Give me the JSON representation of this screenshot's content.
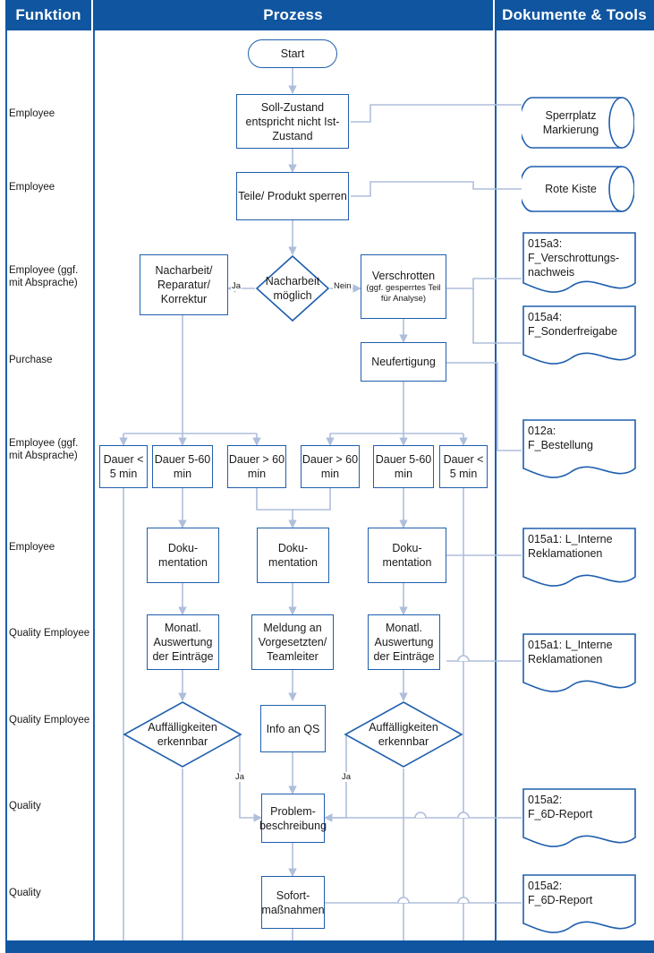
{
  "header": {
    "funktion": "Funktion",
    "prozess": "Prozess",
    "dokumente": "Dokumente & Tools"
  },
  "colors": {
    "header_band": "#1055A0",
    "node_border": "#1F5FAE",
    "connector": "#AFBEDC",
    "text": "#1a1a1a"
  },
  "roles": [
    {
      "label": "Employee"
    },
    {
      "label": "Employee"
    },
    {
      "label": "Employee (ggf. mit Absprache)"
    },
    {
      "label": "Purchase"
    },
    {
      "label": "Employee (ggf. mit Absprache)"
    },
    {
      "label": "Employee"
    },
    {
      "label": "Quality Employee"
    },
    {
      "label": "Quality Employee"
    },
    {
      "label": "Quality"
    },
    {
      "label": "Quality"
    }
  ],
  "process": {
    "start": "Start",
    "soll_zustand": "Soll-Zustand entspricht nicht Ist-Zustand",
    "sperren": "Teile/ Produkt sperren",
    "nacharbeit_box": "Nacharbeit/ Reparatur/ Korrektur",
    "nacharbeit_decision": "Nacharbeit möglich",
    "verschrotten_main": "Verschrotten",
    "verschrotten_sub": "(ggf. gesperrtes Teil für Analyse)",
    "neufertigung": "Neufertigung",
    "dauer": [
      "Dauer < 5 min",
      "Dauer 5-60 min",
      "Dauer > 60 min",
      "Dauer > 60 min",
      "Dauer 5-60 min",
      "Dauer < 5 min"
    ],
    "dokumentation": "Doku- mentation",
    "monatl_auswertung": "Monatl. Auswertung der Einträge",
    "meldung": "Meldung an Vorgesetzten/ Teamleiter",
    "auffaelligkeiten": "Auffälligkeiten erkennbar",
    "info_an_qs": "Info an QS",
    "problembeschreibung": "Problem- beschreibung",
    "sofortmassnahmen": "Sofort- maßnahmen",
    "edge_ja": "Ja",
    "edge_nein": "Nein"
  },
  "documents": [
    {
      "shape": "cylinder",
      "line1": "Sperrplatz",
      "line2": "Markierung"
    },
    {
      "shape": "cylinder",
      "line1": "Rote Kiste",
      "line2": ""
    },
    {
      "shape": "document",
      "line1": "015a3:",
      "line2": "F_Verschrottungs-",
      "line3": "nachweis"
    },
    {
      "shape": "document",
      "line1": "015a4:",
      "line2": "F_Sonderfreigabe",
      "line3": ""
    },
    {
      "shape": "document",
      "line1": "012a:",
      "line2": "F_Bestellung",
      "line3": ""
    },
    {
      "shape": "document",
      "line1": "015a1: L_Interne",
      "line2": "Reklamationen",
      "line3": ""
    },
    {
      "shape": "document",
      "line1": "015a1: L_Interne",
      "line2": "Reklamationen",
      "line3": ""
    },
    {
      "shape": "document",
      "line1": "015a2:",
      "line2": "F_6D-Report",
      "line3": ""
    },
    {
      "shape": "document",
      "line1": "015a2:",
      "line2": "F_6D-Report",
      "line3": ""
    }
  ],
  "chart_data": {
    "type": "diagram",
    "title": "Prozess: Fehlerhafte Teile / Produkte",
    "lanes": [
      "Funktion",
      "Prozess",
      "Dokumente & Tools"
    ],
    "nodes": [
      {
        "id": "start",
        "type": "terminator",
        "label": "Start"
      },
      {
        "id": "soll",
        "type": "process",
        "label": "Soll-Zustand entspricht nicht Ist-Zustand"
      },
      {
        "id": "sperren",
        "type": "process",
        "label": "Teile/ Produkt sperren"
      },
      {
        "id": "nacharbeit_q",
        "type": "decision",
        "label": "Nacharbeit möglich"
      },
      {
        "id": "nacharbeit",
        "type": "process",
        "label": "Nacharbeit/ Reparatur/ Korrektur"
      },
      {
        "id": "verschrotten",
        "type": "process",
        "label": "Verschrotten (ggf. gesperrtes Teil für Analyse)"
      },
      {
        "id": "neufertigung",
        "type": "process",
        "label": "Neufertigung"
      },
      {
        "id": "d1",
        "type": "process",
        "label": "Dauer < 5 min"
      },
      {
        "id": "d2",
        "type": "process",
        "label": "Dauer 5-60 min"
      },
      {
        "id": "d3",
        "type": "process",
        "label": "Dauer > 60 min"
      },
      {
        "id": "d4",
        "type": "process",
        "label": "Dauer > 60 min"
      },
      {
        "id": "d5",
        "type": "process",
        "label": "Dauer 5-60 min"
      },
      {
        "id": "d6",
        "type": "process",
        "label": "Dauer < 5 min"
      },
      {
        "id": "doc1",
        "type": "process",
        "label": "Dokumentation"
      },
      {
        "id": "doc2",
        "type": "process",
        "label": "Dokumentation"
      },
      {
        "id": "doc3",
        "type": "process",
        "label": "Dokumentation"
      },
      {
        "id": "mon1",
        "type": "process",
        "label": "Monatl. Auswertung der Einträge"
      },
      {
        "id": "meld",
        "type": "process",
        "label": "Meldung an Vorgesetzten/ Teamleiter"
      },
      {
        "id": "mon2",
        "type": "process",
        "label": "Monatl. Auswertung der Einträge"
      },
      {
        "id": "auf1",
        "type": "decision",
        "label": "Auffälligkeiten erkennbar"
      },
      {
        "id": "qs",
        "type": "process",
        "label": "Info an QS"
      },
      {
        "id": "auf2",
        "type": "decision",
        "label": "Auffälligkeiten erkennbar"
      },
      {
        "id": "prob",
        "type": "process",
        "label": "Problembeschreibung"
      },
      {
        "id": "sofort",
        "type": "process",
        "label": "Sofortmaßnahmen"
      }
    ],
    "edges": [
      {
        "from": "start",
        "to": "soll"
      },
      {
        "from": "soll",
        "to": "sperren"
      },
      {
        "from": "sperren",
        "to": "nacharbeit_q"
      },
      {
        "from": "nacharbeit_q",
        "to": "nacharbeit",
        "label": "Ja"
      },
      {
        "from": "nacharbeit_q",
        "to": "verschrotten",
        "label": "Nein"
      },
      {
        "from": "verschrotten",
        "to": "neufertigung"
      },
      {
        "from": "nacharbeit",
        "to": "d1"
      },
      {
        "from": "nacharbeit",
        "to": "d2"
      },
      {
        "from": "nacharbeit",
        "to": "d3"
      },
      {
        "from": "neufertigung",
        "to": "d4"
      },
      {
        "from": "neufertigung",
        "to": "d5"
      },
      {
        "from": "neufertigung",
        "to": "d6"
      },
      {
        "from": "d2",
        "to": "doc1"
      },
      {
        "from": "d3",
        "to": "doc2"
      },
      {
        "from": "d4",
        "to": "doc2"
      },
      {
        "from": "d5",
        "to": "doc3"
      },
      {
        "from": "doc1",
        "to": "mon1"
      },
      {
        "from": "doc2",
        "to": "meld"
      },
      {
        "from": "doc3",
        "to": "mon2"
      },
      {
        "from": "mon1",
        "to": "auf1"
      },
      {
        "from": "meld",
        "to": "qs"
      },
      {
        "from": "mon2",
        "to": "auf2"
      },
      {
        "from": "auf1",
        "to": "prob",
        "label": "Ja"
      },
      {
        "from": "auf2",
        "to": "prob",
        "label": "Ja"
      },
      {
        "from": "qs",
        "to": "prob"
      },
      {
        "from": "prob",
        "to": "sofort"
      },
      {
        "from": "soll",
        "to": "doc_sperrplatz"
      },
      {
        "from": "sperren",
        "to": "doc_rotekiste"
      },
      {
        "from": "verschrotten",
        "to": "doc_015a3"
      },
      {
        "from": "verschrotten",
        "to": "doc_015a4"
      },
      {
        "from": "neufertigung",
        "to": "doc_012a"
      },
      {
        "from": "doc3",
        "to": "doc_015a1_1"
      },
      {
        "from": "mon2",
        "to": "doc_015a1_2"
      },
      {
        "from": "prob",
        "to": "doc_015a2_1"
      },
      {
        "from": "sofort",
        "to": "doc_015a2_2"
      }
    ]
  }
}
